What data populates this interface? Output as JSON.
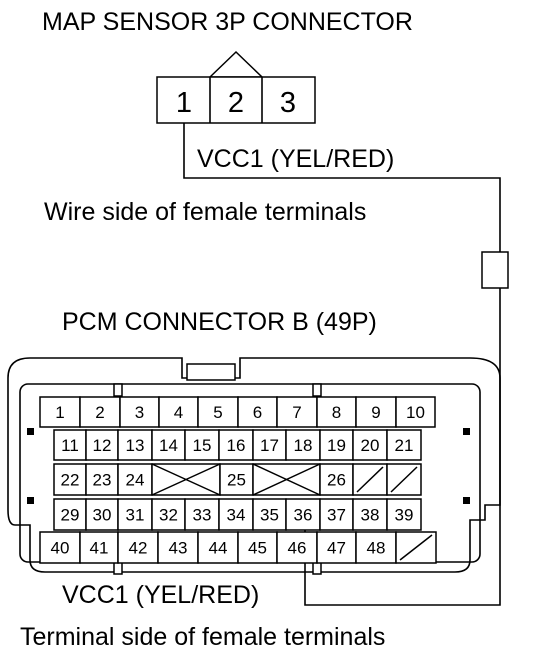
{
  "map_connector": {
    "title": "MAP SENSOR 3P CONNECTOR",
    "pins": [
      "1",
      "2",
      "3"
    ],
    "wire_label": "VCC1 (YEL/RED)",
    "view_label": "Wire side of female terminals"
  },
  "pcm_connector": {
    "title": "PCM CONNECTOR B (49P)",
    "wire_label": "VCC1 (YEL/RED)",
    "view_label": "Terminal side of female terminals",
    "rows": [
      [
        "1",
        "2",
        "3",
        "4",
        "5",
        "6",
        "7",
        "8",
        "9",
        "10"
      ],
      [
        "11",
        "12",
        "13",
        "14",
        "15",
        "16",
        "17",
        "18",
        "19",
        "20",
        "21"
      ],
      [
        "22",
        "23",
        "24",
        "",
        "25",
        "",
        "26",
        "",
        ""
      ],
      [
        "29",
        "30",
        "31",
        "32",
        "33",
        "34",
        "35",
        "36",
        "37",
        "38",
        "39"
      ],
      [
        "40",
        "41",
        "42",
        "43",
        "44",
        "45",
        "46",
        "47",
        "48",
        ""
      ]
    ]
  }
}
